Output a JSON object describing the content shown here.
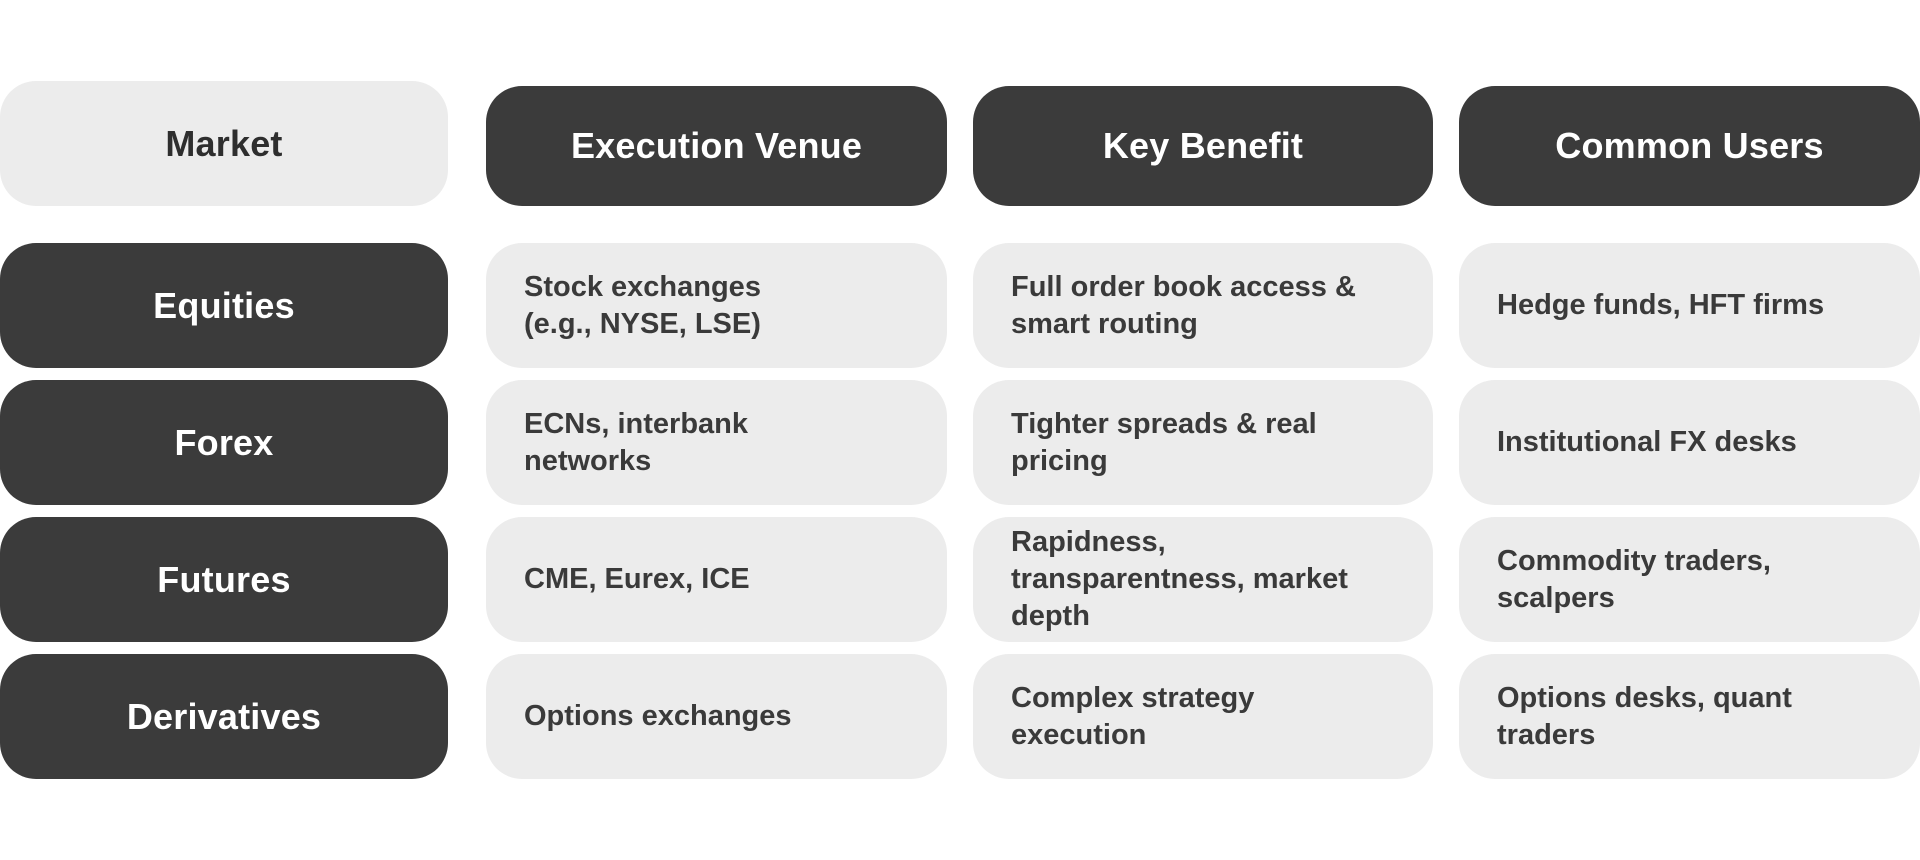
{
  "table": {
    "corner_header": "Market",
    "column_headers": [
      "Execution Venue",
      "Key Benefit",
      "Common Users"
    ],
    "rows": [
      {
        "market": "Equities",
        "execution_venue": "Stock exchanges (e.g., NYSE, LSE)",
        "key_benefit": "Full order book access & smart routing",
        "common_users": "Hedge funds, HFT firms"
      },
      {
        "market": "Forex",
        "execution_venue": "ECNs, interbank networks",
        "key_benefit": "Tighter spreads & real pricing",
        "common_users": "Institutional FX desks"
      },
      {
        "market": "Futures",
        "execution_venue": "CME, Eurex, ICE",
        "key_benefit": "Rapidness, transparentness, market depth",
        "common_users": "Commodity traders, scalpers"
      },
      {
        "market": "Derivatives",
        "execution_venue": "Options exchanges",
        "key_benefit": "Complex strategy execution",
        "common_users": "Options desks, quant traders"
      }
    ]
  },
  "colors": {
    "dark_cell": "#3b3b3b",
    "light_cell": "#ececec",
    "dark_text": "#3a3a3a",
    "light_text": "#ffffff",
    "background": "#ffffff"
  }
}
